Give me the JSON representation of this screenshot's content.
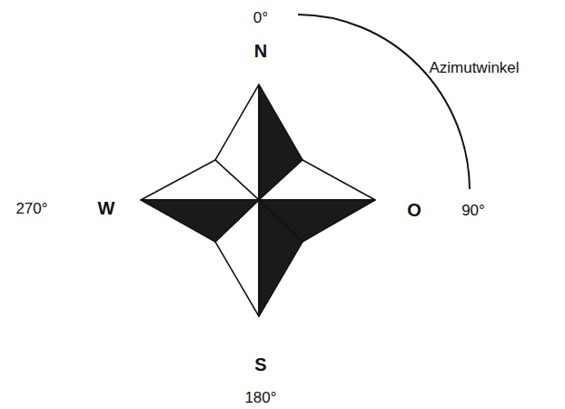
{
  "diagram": {
    "labels": [
      "0°",
      "N",
      "Azimutwinkel",
      "270°",
      "W",
      "O",
      "90°",
      "S",
      "180°"
    ]
  }
}
